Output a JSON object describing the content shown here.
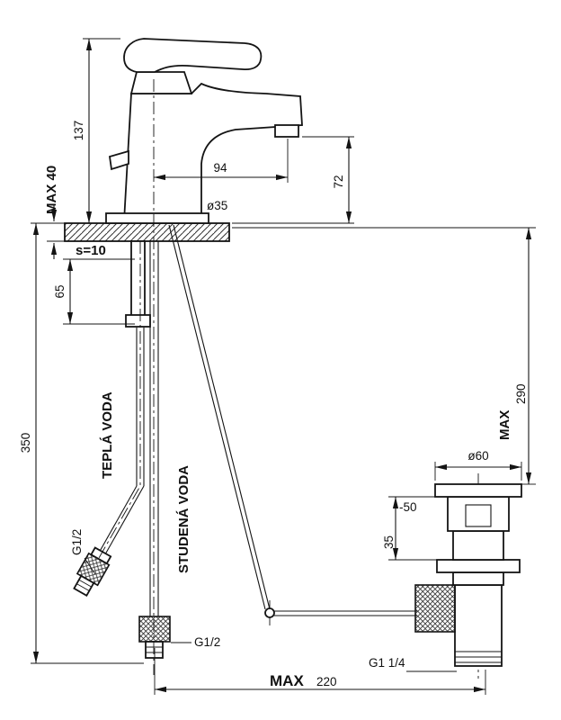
{
  "drawing": {
    "title": "Basin mixer faucet installation drawing with pop-up drain",
    "dimensions": {
      "faucet_height": "137",
      "deck_thickness_max": "MAX 40",
      "plate_thickness": "s=10",
      "shank_length": "65",
      "hose_length": "350",
      "spout_reach": "94",
      "spout_height": "72",
      "mount_hole_diameter": "ø35",
      "drain_flange_diameter": "ø60",
      "drain_height_max_word": "MAX",
      "drain_height_max_value": "290",
      "drain_depth_min": "35",
      "drain_depth_max": "-50",
      "bottom_span_max_word": "MAX",
      "bottom_span_max_value": "220"
    },
    "labels": {
      "hot_water": "TEPLÁ VODA",
      "cold_water": "STUDENÁ VODA",
      "hot_thread": "G1/2",
      "cold_thread": "G1/2",
      "drain_thread": "G1 1/4"
    }
  }
}
